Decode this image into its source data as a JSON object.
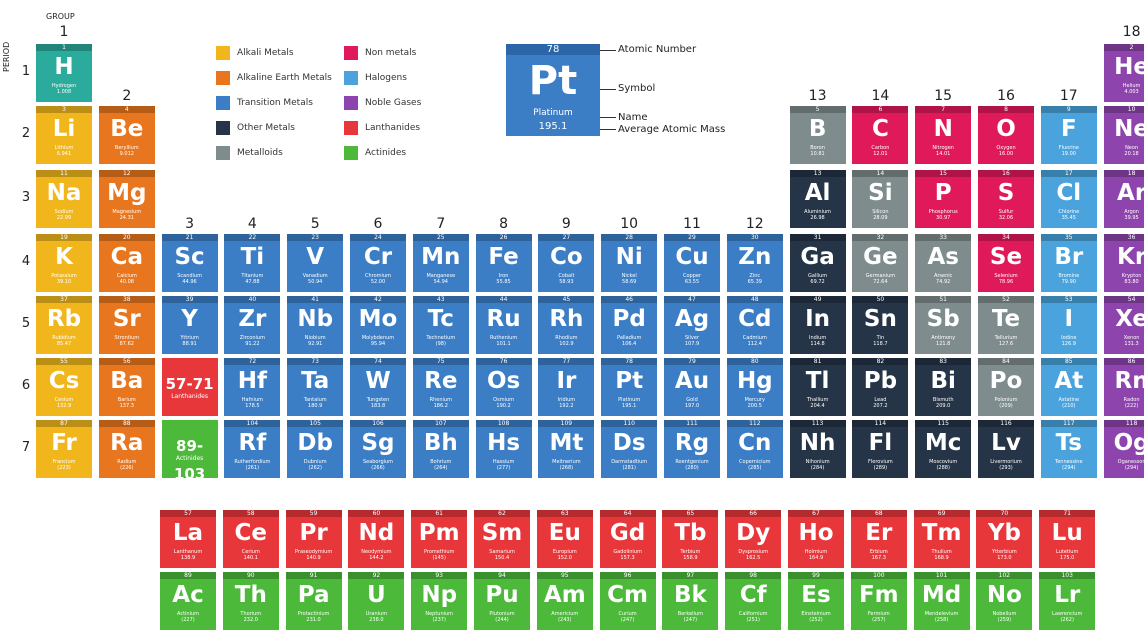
{
  "axis": {
    "group": "GROUP",
    "period": "PERIOD"
  },
  "colors": {
    "alkali": "#f0b61c",
    "alkaline": "#e8761e",
    "transition": "#3b7ec6",
    "post": "#253447",
    "metalloid": "#7f8c8d",
    "nonmetal": "#e0195b",
    "halogen": "#4aa3dd",
    "noble": "#8e44ad",
    "lanthanide": "#e8373a",
    "actinide": "#4cb93b",
    "hydrogen": "#2bab9c"
  },
  "legend": [
    {
      "label": "Alkali Metals",
      "cat": "alkali"
    },
    {
      "label": "Alkaline Earth Metals",
      "cat": "alkaline"
    },
    {
      "label": "Transition Metals",
      "cat": "transition"
    },
    {
      "label": "Other Metals",
      "cat": "post"
    },
    {
      "label": "Metalloids",
      "cat": "metalloid"
    },
    {
      "label": "Non metals",
      "cat": "nonmetal"
    },
    {
      "label": "Halogens",
      "cat": "halogen"
    },
    {
      "label": "Noble Gases",
      "cat": "noble"
    },
    {
      "label": "Lanthanides",
      "cat": "lanthanide"
    },
    {
      "label": "Actinides",
      "cat": "actinide"
    }
  ],
  "key": {
    "number": "78",
    "symbol": "Pt",
    "name": "Platinum",
    "mass": "195.1",
    "labels": {
      "number": "Atomic Number",
      "symbol": "Symbol",
      "name": "Name",
      "mass": "Average Atomic Mass"
    }
  },
  "groups": [
    "1",
    "2",
    "3",
    "4",
    "5",
    "6",
    "7",
    "8",
    "9",
    "10",
    "11",
    "12",
    "13",
    "14",
    "15",
    "16",
    "17",
    "18"
  ],
  "periods": [
    "1",
    "2",
    "3",
    "4",
    "5",
    "6",
    "7"
  ],
  "elements": [
    {
      "n": "1",
      "s": "H",
      "name": "Hydrogen",
      "m": "1.008",
      "g": 1,
      "p": 1,
      "c": "hydrogen"
    },
    {
      "n": "2",
      "s": "He",
      "name": "Helium",
      "m": "4.003",
      "g": 18,
      "p": 1,
      "c": "noble"
    },
    {
      "n": "3",
      "s": "Li",
      "name": "Lithium",
      "m": "6.941",
      "g": 1,
      "p": 2,
      "c": "alkali"
    },
    {
      "n": "4",
      "s": "Be",
      "name": "Beryllium",
      "m": "9.012",
      "g": 2,
      "p": 2,
      "c": "alkaline"
    },
    {
      "n": "5",
      "s": "B",
      "name": "Boron",
      "m": "10.81",
      "g": 13,
      "p": 2,
      "c": "metalloid"
    },
    {
      "n": "6",
      "s": "C",
      "name": "Carbon",
      "m": "12.01",
      "g": 14,
      "p": 2,
      "c": "nonmetal"
    },
    {
      "n": "7",
      "s": "N",
      "name": "Nitrogen",
      "m": "14.01",
      "g": 15,
      "p": 2,
      "c": "nonmetal"
    },
    {
      "n": "8",
      "s": "O",
      "name": "Oxygen",
      "m": "16.00",
      "g": 16,
      "p": 2,
      "c": "nonmetal"
    },
    {
      "n": "9",
      "s": "F",
      "name": "Fluorine",
      "m": "19.00",
      "g": 17,
      "p": 2,
      "c": "halogen"
    },
    {
      "n": "10",
      "s": "Ne",
      "name": "Neon",
      "m": "20.18",
      "g": 18,
      "p": 2,
      "c": "noble"
    },
    {
      "n": "11",
      "s": "Na",
      "name": "Sodium",
      "m": "22.99",
      "g": 1,
      "p": 3,
      "c": "alkali"
    },
    {
      "n": "12",
      "s": "Mg",
      "name": "Magnesium",
      "m": "24.31",
      "g": 2,
      "p": 3,
      "c": "alkaline"
    },
    {
      "n": "13",
      "s": "Al",
      "name": "Aluminium",
      "m": "26.98",
      "g": 13,
      "p": 3,
      "c": "post"
    },
    {
      "n": "14",
      "s": "Si",
      "name": "Silicon",
      "m": "28.09",
      "g": 14,
      "p": 3,
      "c": "metalloid"
    },
    {
      "n": "15",
      "s": "P",
      "name": "Phosphorus",
      "m": "30.97",
      "g": 15,
      "p": 3,
      "c": "nonmetal"
    },
    {
      "n": "16",
      "s": "S",
      "name": "Sulfur",
      "m": "32.06",
      "g": 16,
      "p": 3,
      "c": "nonmetal"
    },
    {
      "n": "17",
      "s": "Cl",
      "name": "Chlorine",
      "m": "35.45",
      "g": 17,
      "p": 3,
      "c": "halogen"
    },
    {
      "n": "18",
      "s": "Ar",
      "name": "Argon",
      "m": "39.95",
      "g": 18,
      "p": 3,
      "c": "noble"
    },
    {
      "n": "19",
      "s": "K",
      "name": "Potassium",
      "m": "39.10",
      "g": 1,
      "p": 4,
      "c": "alkali"
    },
    {
      "n": "20",
      "s": "Ca",
      "name": "Calcium",
      "m": "40.08",
      "g": 2,
      "p": 4,
      "c": "alkaline"
    },
    {
      "n": "21",
      "s": "Sc",
      "name": "Scandium",
      "m": "44.96",
      "g": 3,
      "p": 4,
      "c": "transition"
    },
    {
      "n": "22",
      "s": "Ti",
      "name": "Titanium",
      "m": "47.88",
      "g": 4,
      "p": 4,
      "c": "transition"
    },
    {
      "n": "23",
      "s": "V",
      "name": "Vanadium",
      "m": "50.94",
      "g": 5,
      "p": 4,
      "c": "transition"
    },
    {
      "n": "24",
      "s": "Cr",
      "name": "Chromium",
      "m": "52.00",
      "g": 6,
      "p": 4,
      "c": "transition"
    },
    {
      "n": "25",
      "s": "Mn",
      "name": "Manganese",
      "m": "54.94",
      "g": 7,
      "p": 4,
      "c": "transition"
    },
    {
      "n": "26",
      "s": "Fe",
      "name": "Iron",
      "m": "55.85",
      "g": 8,
      "p": 4,
      "c": "transition"
    },
    {
      "n": "27",
      "s": "Co",
      "name": "Cobalt",
      "m": "58.93",
      "g": 9,
      "p": 4,
      "c": "transition"
    },
    {
      "n": "28",
      "s": "Ni",
      "name": "Nickel",
      "m": "58.69",
      "g": 10,
      "p": 4,
      "c": "transition"
    },
    {
      "n": "29",
      "s": "Cu",
      "name": "Copper",
      "m": "63.55",
      "g": 11,
      "p": 4,
      "c": "transition"
    },
    {
      "n": "30",
      "s": "Zn",
      "name": "Zinc",
      "m": "65.39",
      "g": 12,
      "p": 4,
      "c": "transition"
    },
    {
      "n": "31",
      "s": "Ga",
      "name": "Gallium",
      "m": "69.72",
      "g": 13,
      "p": 4,
      "c": "post"
    },
    {
      "n": "32",
      "s": "Ge",
      "name": "Germanium",
      "m": "72.64",
      "g": 14,
      "p": 4,
      "c": "metalloid"
    },
    {
      "n": "33",
      "s": "As",
      "name": "Arsenic",
      "m": "74.92",
      "g": 15,
      "p": 4,
      "c": "metalloid"
    },
    {
      "n": "34",
      "s": "Se",
      "name": "Selenium",
      "m": "78.96",
      "g": 16,
      "p": 4,
      "c": "nonmetal"
    },
    {
      "n": "35",
      "s": "Br",
      "name": "Bromine",
      "m": "79.90",
      "g": 17,
      "p": 4,
      "c": "halogen"
    },
    {
      "n": "36",
      "s": "Kr",
      "name": "Krypton",
      "m": "83.80",
      "g": 18,
      "p": 4,
      "c": "noble"
    },
    {
      "n": "37",
      "s": "Rb",
      "name": "Rubidium",
      "m": "85.47",
      "g": 1,
      "p": 5,
      "c": "alkali"
    },
    {
      "n": "38",
      "s": "Sr",
      "name": "Strontium",
      "m": "87.62",
      "g": 2,
      "p": 5,
      "c": "alkaline"
    },
    {
      "n": "39",
      "s": "Y",
      "name": "Yttrium",
      "m": "88.91",
      "g": 3,
      "p": 5,
      "c": "transition"
    },
    {
      "n": "40",
      "s": "Zr",
      "name": "Zirconium",
      "m": "91.22",
      "g": 4,
      "p": 5,
      "c": "transition"
    },
    {
      "n": "41",
      "s": "Nb",
      "name": "Niobium",
      "m": "92.91",
      "g": 5,
      "p": 5,
      "c": "transition"
    },
    {
      "n": "42",
      "s": "Mo",
      "name": "Molybdenum",
      "m": "95.94",
      "g": 6,
      "p": 5,
      "c": "transition"
    },
    {
      "n": "43",
      "s": "Tc",
      "name": "Technetium",
      "m": "(98)",
      "g": 7,
      "p": 5,
      "c": "transition"
    },
    {
      "n": "44",
      "s": "Ru",
      "name": "Ruthenium",
      "m": "101.1",
      "g": 8,
      "p": 5,
      "c": "transition"
    },
    {
      "n": "45",
      "s": "Rh",
      "name": "Rhodium",
      "m": "102.9",
      "g": 9,
      "p": 5,
      "c": "transition"
    },
    {
      "n": "46",
      "s": "Pd",
      "name": "Palladium",
      "m": "106.4",
      "g": 10,
      "p": 5,
      "c": "transition"
    },
    {
      "n": "47",
      "s": "Ag",
      "name": "Silver",
      "m": "107.9",
      "g": 11,
      "p": 5,
      "c": "transition"
    },
    {
      "n": "48",
      "s": "Cd",
      "name": "Cadmium",
      "m": "112.4",
      "g": 12,
      "p": 5,
      "c": "transition"
    },
    {
      "n": "49",
      "s": "In",
      "name": "Indium",
      "m": "114.8",
      "g": 13,
      "p": 5,
      "c": "post"
    },
    {
      "n": "50",
      "s": "Sn",
      "name": "Tin",
      "m": "118.7",
      "g": 14,
      "p": 5,
      "c": "post"
    },
    {
      "n": "51",
      "s": "Sb",
      "name": "Antimony",
      "m": "121.8",
      "g": 15,
      "p": 5,
      "c": "metalloid"
    },
    {
      "n": "52",
      "s": "Te",
      "name": "Tellurium",
      "m": "127.6",
      "g": 16,
      "p": 5,
      "c": "metalloid"
    },
    {
      "n": "53",
      "s": "I",
      "name": "Iodine",
      "m": "126.9",
      "g": 17,
      "p": 5,
      "c": "halogen"
    },
    {
      "n": "54",
      "s": "Xe",
      "name": "Xenon",
      "m": "131.3",
      "g": 18,
      "p": 5,
      "c": "noble"
    },
    {
      "n": "55",
      "s": "Cs",
      "name": "Cesium",
      "m": "132.9",
      "g": 1,
      "p": 6,
      "c": "alkali"
    },
    {
      "n": "56",
      "s": "Ba",
      "name": "Barium",
      "m": "137.3",
      "g": 2,
      "p": 6,
      "c": "alkaline"
    },
    {
      "n": "57-71",
      "s": "57-71",
      "name": "Lanthanides",
      "m": "",
      "g": 3,
      "p": 6,
      "c": "lanthanide",
      "range": true
    },
    {
      "n": "72",
      "s": "Hf",
      "name": "Hafnium",
      "m": "178.5",
      "g": 4,
      "p": 6,
      "c": "transition"
    },
    {
      "n": "73",
      "s": "Ta",
      "name": "Tantalum",
      "m": "180.9",
      "g": 5,
      "p": 6,
      "c": "transition"
    },
    {
      "n": "74",
      "s": "W",
      "name": "Tungsten",
      "m": "183.8",
      "g": 6,
      "p": 6,
      "c": "transition"
    },
    {
      "n": "75",
      "s": "Re",
      "name": "Rhenium",
      "m": "186.2",
      "g": 7,
      "p": 6,
      "c": "transition"
    },
    {
      "n": "76",
      "s": "Os",
      "name": "Osmium",
      "m": "190.2",
      "g": 8,
      "p": 6,
      "c": "transition"
    },
    {
      "n": "77",
      "s": "Ir",
      "name": "Iridium",
      "m": "192.2",
      "g": 9,
      "p": 6,
      "c": "transition"
    },
    {
      "n": "78",
      "s": "Pt",
      "name": "Platinum",
      "m": "195.1",
      "g": 10,
      "p": 6,
      "c": "transition"
    },
    {
      "n": "79",
      "s": "Au",
      "name": "Gold",
      "m": "197.0",
      "g": 11,
      "p": 6,
      "c": "transition"
    },
    {
      "n": "80",
      "s": "Hg",
      "name": "Mercury",
      "m": "200.5",
      "g": 12,
      "p": 6,
      "c": "transition"
    },
    {
      "n": "81",
      "s": "Tl",
      "name": "Thallium",
      "m": "204.4",
      "g": 13,
      "p": 6,
      "c": "post"
    },
    {
      "n": "82",
      "s": "Pb",
      "name": "Lead",
      "m": "207.2",
      "g": 14,
      "p": 6,
      "c": "post"
    },
    {
      "n": "83",
      "s": "Bi",
      "name": "Bismuth",
      "m": "209.0",
      "g": 15,
      "p": 6,
      "c": "post"
    },
    {
      "n": "84",
      "s": "Po",
      "name": "Polonium",
      "m": "(209)",
      "g": 16,
      "p": 6,
      "c": "metalloid"
    },
    {
      "n": "85",
      "s": "At",
      "name": "Astatine",
      "m": "(210)",
      "g": 17,
      "p": 6,
      "c": "halogen"
    },
    {
      "n": "86",
      "s": "Rn",
      "name": "Radon",
      "m": "(222)",
      "g": 18,
      "p": 6,
      "c": "noble"
    },
    {
      "n": "87",
      "s": "Fr",
      "name": "Francium",
      "m": "(223)",
      "g": 1,
      "p": 7,
      "c": "alkali"
    },
    {
      "n": "88",
      "s": "Ra",
      "name": "Radium",
      "m": "(226)",
      "g": 2,
      "p": 7,
      "c": "alkaline"
    },
    {
      "n": "89-103",
      "s": "89-103",
      "name": "Actinides",
      "m": "",
      "g": 3,
      "p": 7,
      "c": "actinide",
      "range": true
    },
    {
      "n": "104",
      "s": "Rf",
      "name": "Rutherfordium",
      "m": "(261)",
      "g": 4,
      "p": 7,
      "c": "transition"
    },
    {
      "n": "105",
      "s": "Db",
      "name": "Dubnium",
      "m": "(262)",
      "g": 5,
      "p": 7,
      "c": "transition"
    },
    {
      "n": "106",
      "s": "Sg",
      "name": "Seaborgium",
      "m": "(266)",
      "g": 6,
      "p": 7,
      "c": "transition"
    },
    {
      "n": "107",
      "s": "Bh",
      "name": "Bohrium",
      "m": "(264)",
      "g": 7,
      "p": 7,
      "c": "transition"
    },
    {
      "n": "108",
      "s": "Hs",
      "name": "Hassium",
      "m": "(277)",
      "g": 8,
      "p": 7,
      "c": "transition"
    },
    {
      "n": "109",
      "s": "Mt",
      "name": "Meitnerium",
      "m": "(268)",
      "g": 9,
      "p": 7,
      "c": "transition"
    },
    {
      "n": "110",
      "s": "Ds",
      "name": "Darmstadtium",
      "m": "(281)",
      "g": 10,
      "p": 7,
      "c": "transition"
    },
    {
      "n": "111",
      "s": "Rg",
      "name": "Roentgenium",
      "m": "(280)",
      "g": 11,
      "p": 7,
      "c": "transition"
    },
    {
      "n": "112",
      "s": "Cn",
      "name": "Copernicium",
      "m": "(285)",
      "g": 12,
      "p": 7,
      "c": "transition"
    },
    {
      "n": "113",
      "s": "Nh",
      "name": "Nihonium",
      "m": "(284)",
      "g": 13,
      "p": 7,
      "c": "post"
    },
    {
      "n": "114",
      "s": "Fl",
      "name": "Flerovium",
      "m": "(289)",
      "g": 14,
      "p": 7,
      "c": "post"
    },
    {
      "n": "115",
      "s": "Mc",
      "name": "Moscovium",
      "m": "(288)",
      "g": 15,
      "p": 7,
      "c": "post"
    },
    {
      "n": "116",
      "s": "Lv",
      "name": "Livermorium",
      "m": "(293)",
      "g": 16,
      "p": 7,
      "c": "post"
    },
    {
      "n": "117",
      "s": "Ts",
      "name": "Tennessine",
      "m": "(294)",
      "g": 17,
      "p": 7,
      "c": "halogen"
    },
    {
      "n": "118",
      "s": "Og",
      "name": "Oganesson",
      "m": "(294)",
      "g": 18,
      "p": 7,
      "c": "noble"
    }
  ],
  "lanthanides": [
    {
      "n": "57",
      "s": "La",
      "name": "Lanthanum",
      "m": "138.9"
    },
    {
      "n": "58",
      "s": "Ce",
      "name": "Cerium",
      "m": "140.1"
    },
    {
      "n": "59",
      "s": "Pr",
      "name": "Praseodymium",
      "m": "140.9"
    },
    {
      "n": "60",
      "s": "Nd",
      "name": "Neodymium",
      "m": "144.2"
    },
    {
      "n": "61",
      "s": "Pm",
      "name": "Promethium",
      "m": "(145)"
    },
    {
      "n": "62",
      "s": "Sm",
      "name": "Samarium",
      "m": "150.4"
    },
    {
      "n": "63",
      "s": "Eu",
      "name": "Europium",
      "m": "152.0"
    },
    {
      "n": "64",
      "s": "Gd",
      "name": "Gadolinium",
      "m": "157.3"
    },
    {
      "n": "65",
      "s": "Tb",
      "name": "Terbium",
      "m": "158.9"
    },
    {
      "n": "66",
      "s": "Dy",
      "name": "Dysprosium",
      "m": "162.5"
    },
    {
      "n": "67",
      "s": "Ho",
      "name": "Holmium",
      "m": "164.9"
    },
    {
      "n": "68",
      "s": "Er",
      "name": "Erbium",
      "m": "167.3"
    },
    {
      "n": "69",
      "s": "Tm",
      "name": "Thulium",
      "m": "168.9"
    },
    {
      "n": "70",
      "s": "Yb",
      "name": "Ytterbium",
      "m": "173.0"
    },
    {
      "n": "71",
      "s": "Lu",
      "name": "Lutetium",
      "m": "175.0"
    }
  ],
  "actinides": [
    {
      "n": "89",
      "s": "Ac",
      "name": "Actinium",
      "m": "(227)"
    },
    {
      "n": "90",
      "s": "Th",
      "name": "Thorium",
      "m": "232.0"
    },
    {
      "n": "91",
      "s": "Pa",
      "name": "Protactinium",
      "m": "231.0"
    },
    {
      "n": "92",
      "s": "U",
      "name": "Uranium",
      "m": "238.0"
    },
    {
      "n": "93",
      "s": "Np",
      "name": "Neptunium",
      "m": "(237)"
    },
    {
      "n": "94",
      "s": "Pu",
      "name": "Plutonium",
      "m": "(244)"
    },
    {
      "n": "95",
      "s": "Am",
      "name": "Americium",
      "m": "(243)"
    },
    {
      "n": "96",
      "s": "Cm",
      "name": "Curium",
      "m": "(247)"
    },
    {
      "n": "97",
      "s": "Bk",
      "name": "Berkelium",
      "m": "(247)"
    },
    {
      "n": "98",
      "s": "Cf",
      "name": "Californium",
      "m": "(251)"
    },
    {
      "n": "99",
      "s": "Es",
      "name": "Einsteinium",
      "m": "(252)"
    },
    {
      "n": "100",
      "s": "Fm",
      "name": "Fermium",
      "m": "(257)"
    },
    {
      "n": "101",
      "s": "Md",
      "name": "Mendelevium",
      "m": "(258)"
    },
    {
      "n": "102",
      "s": "No",
      "name": "Nobelium",
      "m": "(259)"
    },
    {
      "n": "103",
      "s": "Lr",
      "name": "Lawrencium",
      "m": "(262)"
    }
  ]
}
